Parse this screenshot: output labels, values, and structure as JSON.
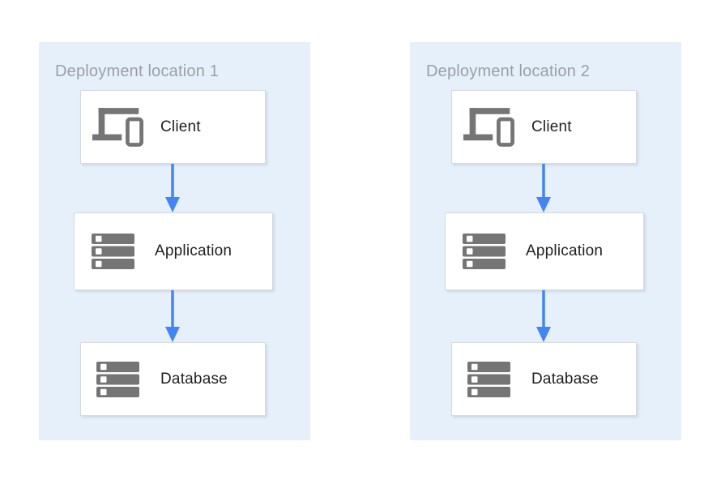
{
  "diagram": {
    "panels": [
      {
        "title": "Deployment location 1",
        "nodes": [
          {
            "label": "Client",
            "icon": "devices-icon"
          },
          {
            "label": "Application",
            "icon": "server-stack-icon"
          },
          {
            "label": "Database",
            "icon": "server-stack-icon"
          }
        ],
        "connections": [
          {
            "from": "Client",
            "to": "Application",
            "style": "arrow-down"
          },
          {
            "from": "Application",
            "to": "Database",
            "style": "arrow-down"
          }
        ]
      },
      {
        "title": "Deployment location 2",
        "nodes": [
          {
            "label": "Client",
            "icon": "devices-icon"
          },
          {
            "label": "Application",
            "icon": "server-stack-icon"
          },
          {
            "label": "Database",
            "icon": "server-stack-icon"
          }
        ],
        "connections": [
          {
            "from": "Client",
            "to": "Application",
            "style": "arrow-down"
          },
          {
            "from": "Application",
            "to": "Database",
            "style": "arrow-down"
          }
        ]
      }
    ],
    "colors": {
      "panel_background": "#e6f0fb",
      "arrow_blue": "#4285f4",
      "icon_gray": "#757575",
      "title_text": "#9aa0a6",
      "label_text": "#212121",
      "node_border": "#d6d9dc",
      "node_background": "#ffffff",
      "page_background": "#ffffff"
    }
  }
}
